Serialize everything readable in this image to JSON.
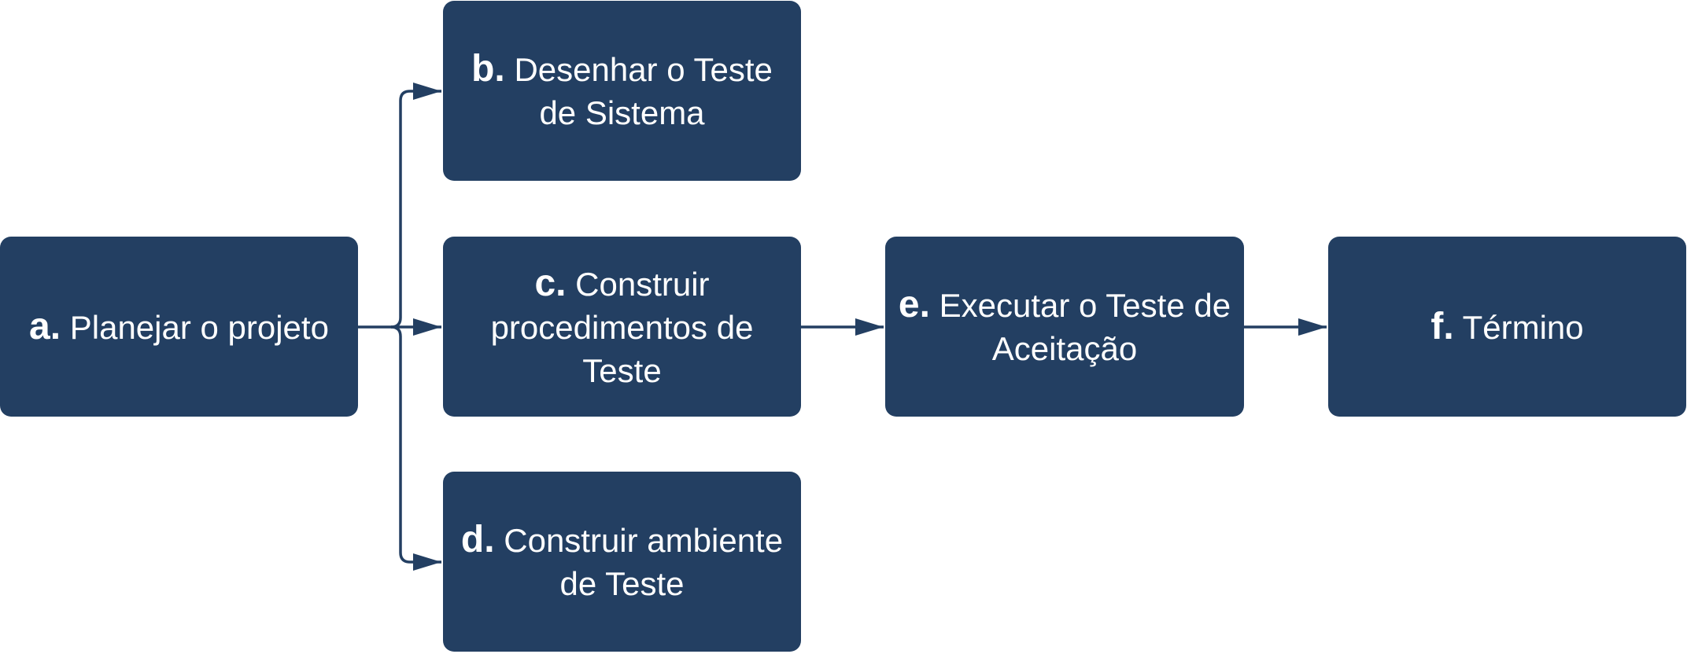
{
  "colors": {
    "node_fill": "#233f62",
    "connector": "#233f62",
    "text": "#ffffff",
    "background": "#ffffff"
  },
  "nodes": {
    "a": {
      "letter": "a.",
      "label": "Planejar o projeto"
    },
    "b": {
      "letter": "b.",
      "label": "Desenhar o Teste de Sistema"
    },
    "c": {
      "letter": "c.",
      "label": "Construir procedimentos de Teste"
    },
    "d": {
      "letter": "d.",
      "label": "Construir ambiente de Teste"
    },
    "e": {
      "letter": "e.",
      "label": "Executar o Teste de Aceitação"
    },
    "f": {
      "letter": "f.",
      "label": "Término"
    }
  },
  "edges": [
    {
      "from": "a",
      "to": "b"
    },
    {
      "from": "a",
      "to": "c"
    },
    {
      "from": "a",
      "to": "d"
    },
    {
      "from": "c",
      "to": "e"
    },
    {
      "from": "e",
      "to": "f"
    }
  ]
}
